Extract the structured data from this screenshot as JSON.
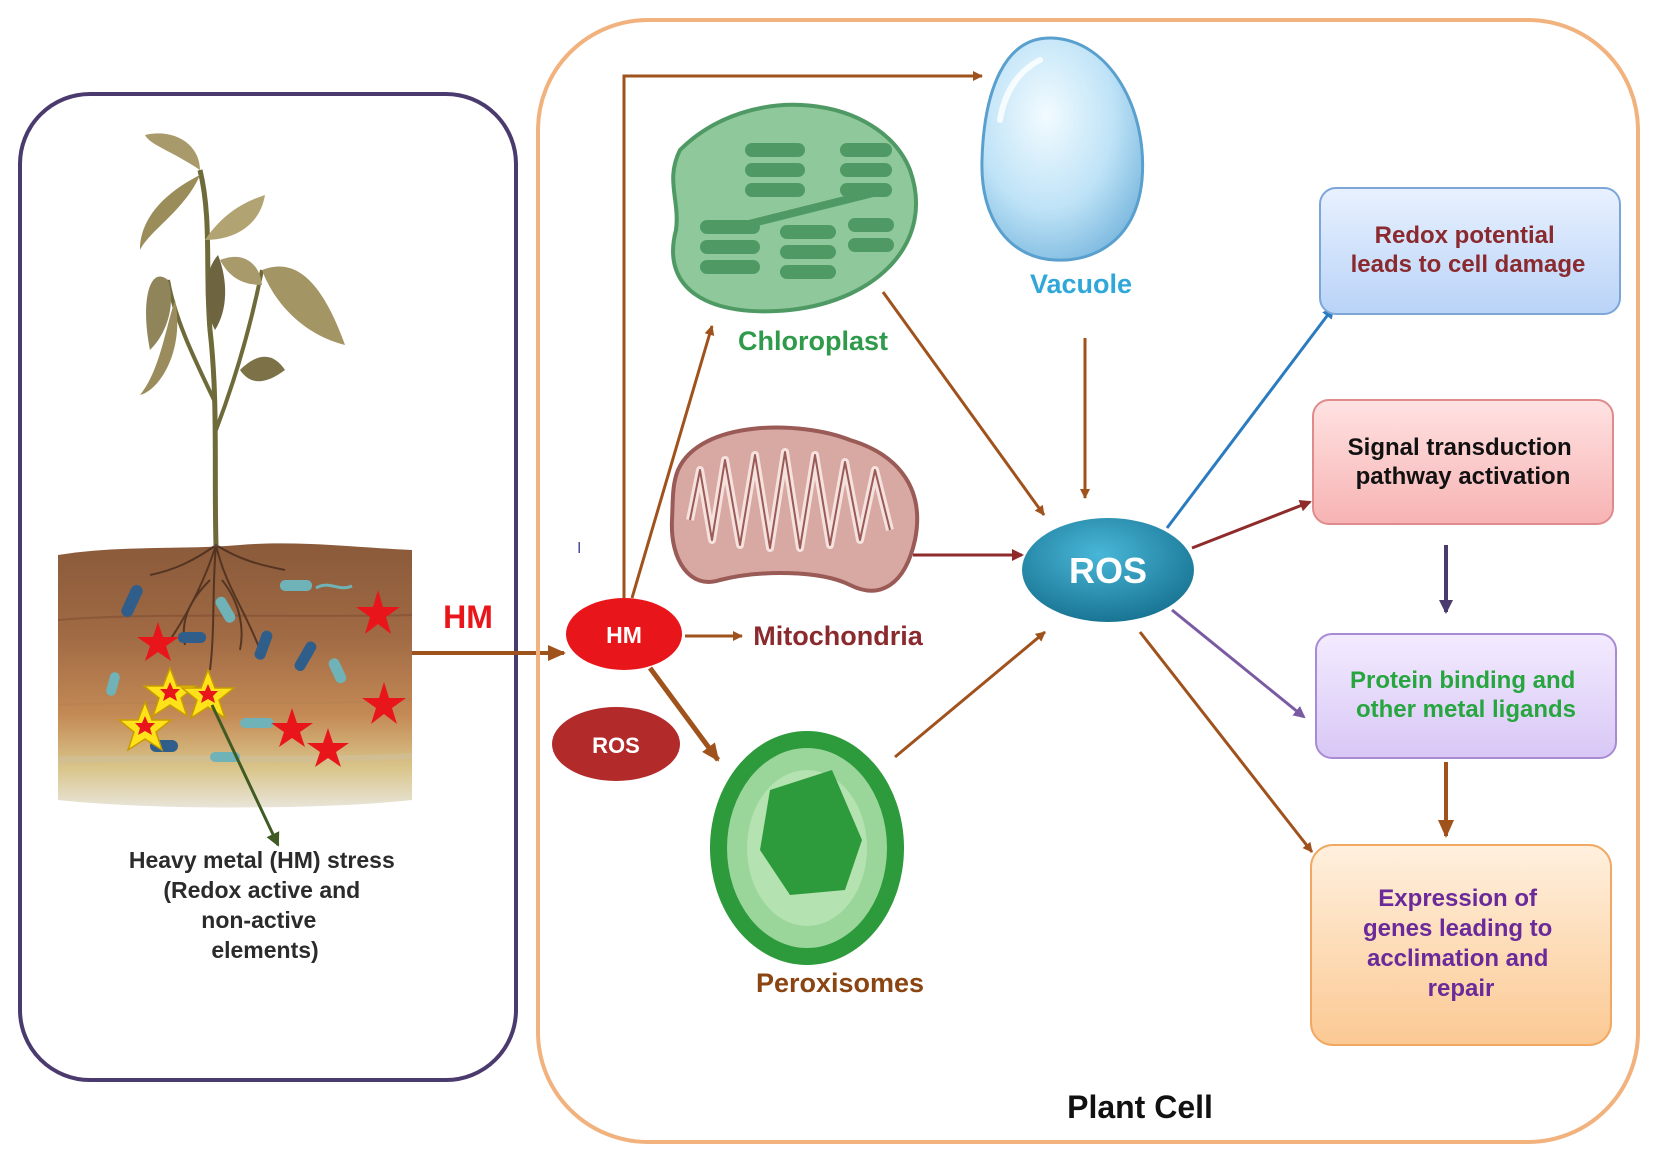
{
  "soil_panel": {
    "hm_arrow_label": "HM",
    "caption": [
      "Heavy metal (HM) stress",
      "(Redox active and",
      "non-active",
      "elements)"
    ]
  },
  "cell": {
    "title": "Plant Cell",
    "hm_node": "HM",
    "ros_small": "ROS",
    "ros_center": "ROS",
    "stray_mark": "I",
    "organelles": {
      "chloroplast": "Chloroplast",
      "vacuole": "Vacuole",
      "mitochondria": "Mitochondria",
      "peroxisomes": "Peroxisomes"
    }
  },
  "outcomes": {
    "redox": [
      "Redox potential",
      "leads to cell damage"
    ],
    "signal": [
      "Signal transduction",
      "pathway activation"
    ],
    "protein": [
      "Protein binding and",
      "other metal ligands"
    ],
    "expression": [
      "Expression of",
      "genes leading to",
      "acclimation and",
      "repair"
    ]
  },
  "colors": {
    "soil_border": "#4b3a6e",
    "cell_border": "#f2b27e",
    "arrow_brown": "#a0521c",
    "arrow_blue": "#2a7bbf",
    "arrow_maroon": "#8f2b2b",
    "arrow_purple": "#7a5aa3",
    "hm_red": "#e8161b",
    "ros_blue": "#1f86ad",
    "chloroplast_green": "#2e9a4a",
    "vacuole_blue": "#2fa7d8",
    "mito_maroon": "#8a2a2e",
    "perox_brown": "#8a4513",
    "redox_text": "#8a2a2e",
    "protein_text": "#27a640",
    "expression_text": "#6a2a9a"
  }
}
